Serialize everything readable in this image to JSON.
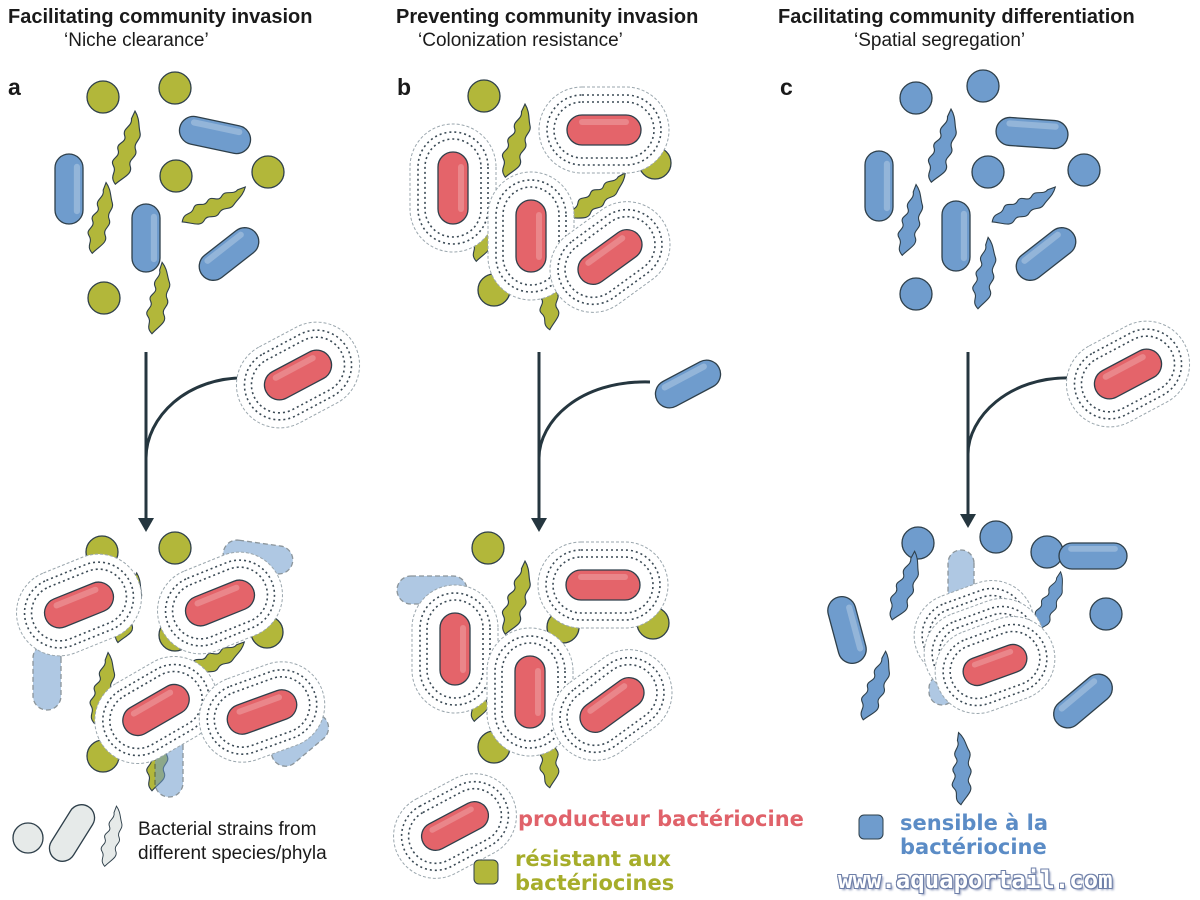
{
  "colors": {
    "green": "#b2b73a",
    "blue": "#6f9ccd",
    "red": "#e4646a",
    "gray": "#e6eae9",
    "outline": "#2e3f4a",
    "arrow": "#25363f"
  },
  "panels": [
    {
      "letter": "a",
      "title": "Facilitating community invasion",
      "subtitle": "‘Niche clearance’"
    },
    {
      "letter": "b",
      "title": "Preventing community invasion",
      "subtitle": "‘Colonization resistance’"
    },
    {
      "letter": "c",
      "title": "Facilitating community differentiation",
      "subtitle": "‘Spatial segregation’"
    }
  ],
  "legend": {
    "strains_line1": "Bacterial strains from",
    "strains_line2": "different species/phyla",
    "producer": "producteur bactériocine",
    "resistant_line1": "résistant aux",
    "resistant_line2": "bactériocines",
    "sensitive_line1": "sensible à la",
    "sensitive_line2": "bactériocine"
  },
  "watermark": "www.aquaportail.com",
  "icons": {
    "green_coccus": "coccus-green-icon",
    "blue_rod": "rod-blue-icon",
    "red_producer": "producer-rod-icon",
    "arrow": "arrow-down-icon"
  }
}
